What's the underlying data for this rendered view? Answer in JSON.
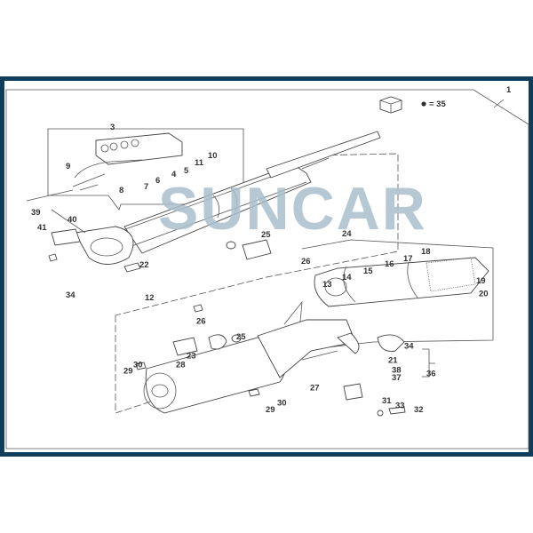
{
  "diagram": {
    "kit_note": "= 35",
    "kit_icon": "kit-box-icon",
    "callouts": [
      "1",
      "3",
      "10",
      "11",
      "9",
      "5",
      "4",
      "6",
      "7",
      "8",
      "39",
      "40",
      "41",
      "25",
      "24",
      "26",
      "22",
      "34",
      "12",
      "18",
      "17",
      "16",
      "15",
      "14",
      "13",
      "19",
      "20",
      "26",
      "25",
      "34",
      "23",
      "21",
      "28",
      "30",
      "38",
      "36",
      "29",
      "37",
      "27",
      "30",
      "29",
      "31",
      "33",
      "32"
    ],
    "watermark": "SUNCAR",
    "colors": {
      "border": "#0f3d5c",
      "watermark": "#a9bfcc",
      "watermark_accent": "#6fc6df"
    }
  }
}
